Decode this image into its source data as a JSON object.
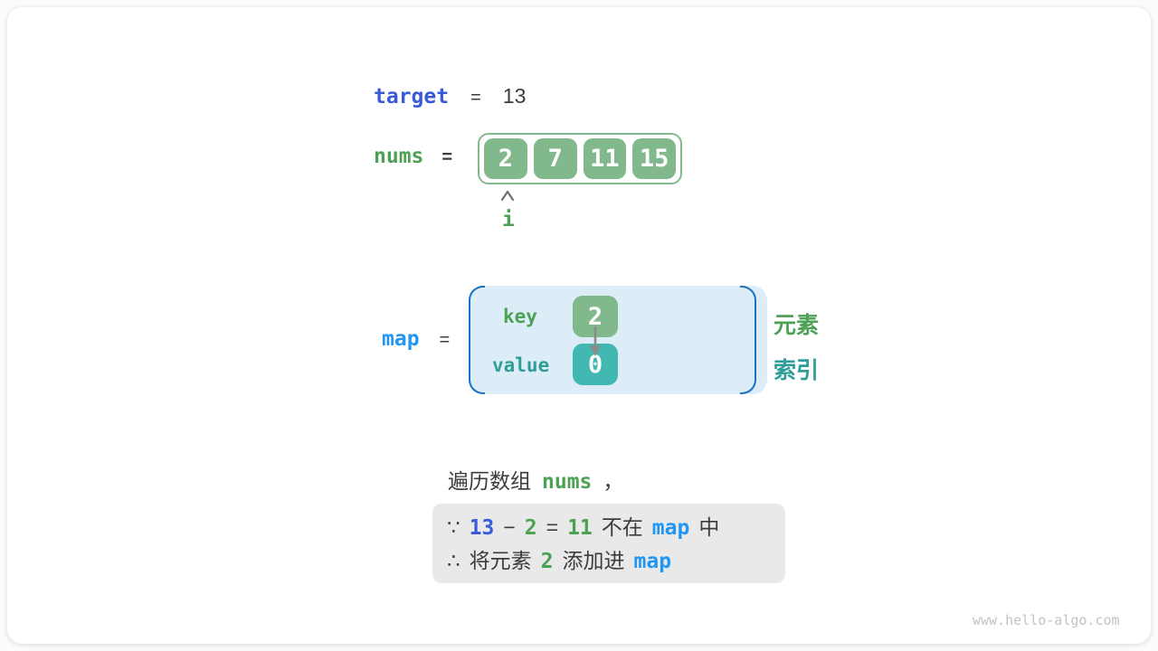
{
  "colors": {
    "target_indigo": "#3a5bd9",
    "map_sky_blue": "#2196f3",
    "element_green_text": "#4ca154",
    "index_teal_text": "#2f9e99",
    "element_box_green": "#82b98c",
    "index_box_teal": "#41b8b2",
    "map_fill_light_blue": "#ddedf8",
    "map_bracket_blue": "#1a73c0",
    "conclusion_box_gray": "#e9e9e9",
    "text_dark": "#3c3c3c",
    "arrow_gray": "#8a8a8a"
  },
  "target_row": {
    "label": "target",
    "equals": "=",
    "value": "13"
  },
  "nums_row": {
    "label": "nums",
    "equals": "=",
    "values": [
      "2",
      "7",
      "11",
      "15"
    ]
  },
  "index_pointer": {
    "label": "i"
  },
  "map_row": {
    "label": "map",
    "equals": "=",
    "key_label": "key",
    "key_value": "2",
    "value_label": "value",
    "value_value": "0"
  },
  "legend": {
    "element_label": "元素",
    "index_label": "索引"
  },
  "sentence": {
    "prefix": "遍历数组",
    "nums_token": "nums",
    "comma": "，"
  },
  "conclusion": {
    "line1": {
      "because": "∵",
      "target_value": "13",
      "minus": "−",
      "element": "2",
      "equals": "=",
      "difference": "11",
      "not_in": "不在",
      "map_token": "map",
      "suffix": "中"
    },
    "line2": {
      "therefore": "∴",
      "prefix": "将元素",
      "element": "2",
      "middle": "添加进",
      "map_token": "map"
    }
  },
  "page": {
    "watermark": "www.hello-algo.com"
  }
}
